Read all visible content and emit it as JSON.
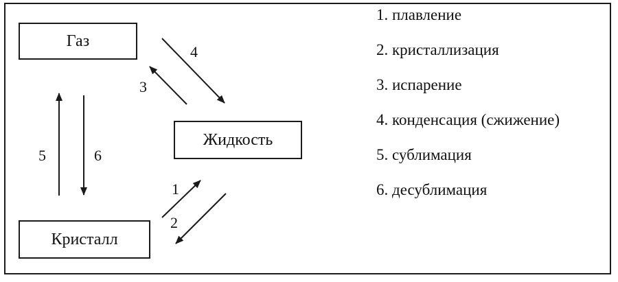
{
  "diagram": {
    "states": {
      "gas": "Газ",
      "liquid": "Жидкость",
      "crystal": "Кристалл"
    },
    "arrow_numbers": {
      "melting": "1",
      "crystallization": "2",
      "evaporation": "3",
      "condensation": "4",
      "sublimation": "5",
      "desublimation": "6"
    },
    "legend": [
      "1. плавление",
      "2. кристаллизация",
      "3. испарение",
      "4. конденсация (сжижение)",
      "5. сублимация",
      "6. десублимация"
    ]
  }
}
